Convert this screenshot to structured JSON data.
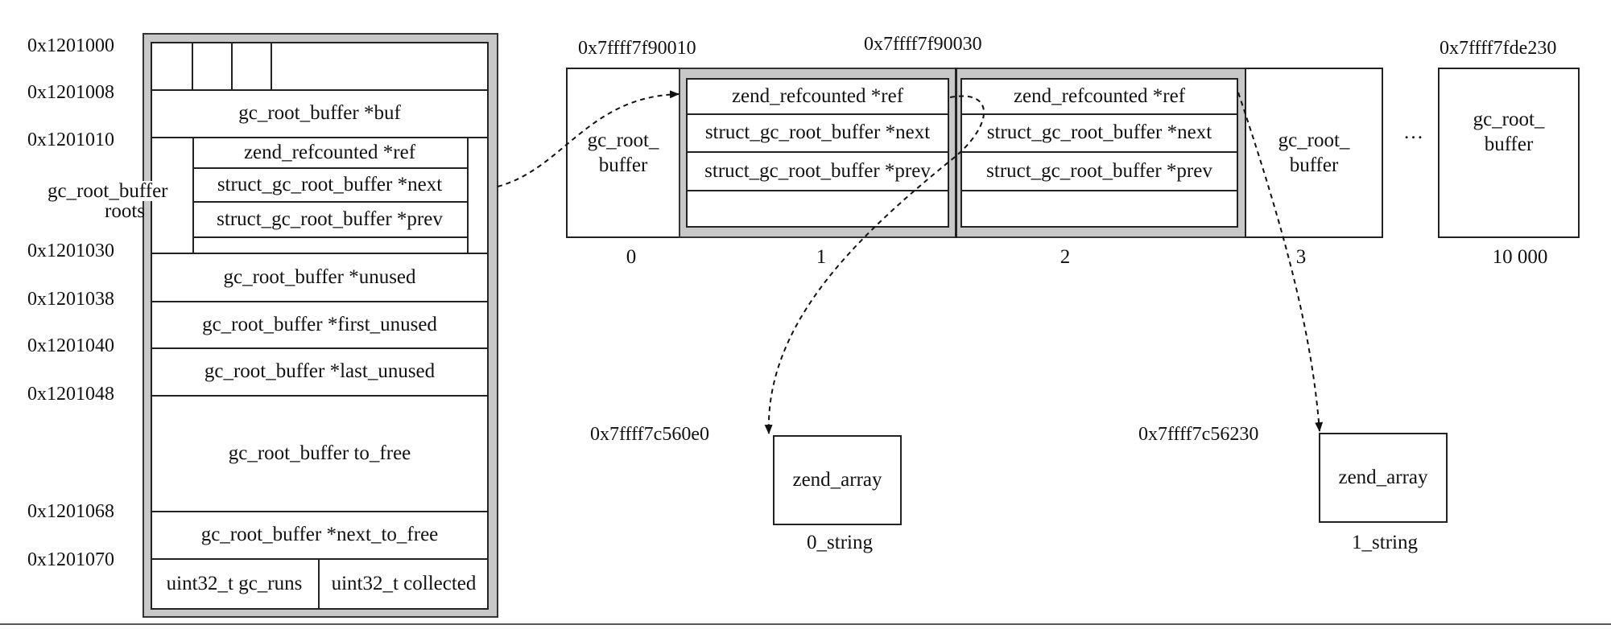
{
  "left_struct": {
    "addresses": [
      "0x1201000",
      "0x1201008",
      "0x1201010",
      "0x1201030",
      "0x1201038",
      "0x1201040",
      "0x1201048",
      "0x1201068",
      "0x1201070"
    ],
    "roots_label_line1": "gc_root_buffer",
    "roots_label_line2": "roots",
    "buf": "gc_root_buffer   *buf",
    "roots_ref": "zend_refcounted *ref",
    "roots_next": "struct_gc_root_buffer *next",
    "roots_prev": "struct_gc_root_buffer *prev",
    "unused": "gc_root_buffer   *unused",
    "first_unused": "gc_root_buffer   *first_unused",
    "last_unused": "gc_root_buffer   *last_unused",
    "to_free": "gc_root_buffer   to_free",
    "next_to_free": "gc_root_buffer   *next_to_free",
    "gc_runs": "uint32_t gc_runs",
    "collected": "uint32_t collected"
  },
  "buffer_array": {
    "addr_0": "0x7ffff7f90010",
    "addr_1": "0x7ffff7f90030",
    "addr_last": "0x7ffff7fde230",
    "cell_label_line1": "gc_root_",
    "cell_label_line2": "buffer",
    "ref": "zend_refcounted *ref",
    "next": "struct_gc_root_buffer *next",
    "prev": "struct_gc_root_buffer *prev",
    "ellipsis": "…",
    "indices": [
      "0",
      "1",
      "2",
      "3",
      "10 000"
    ]
  },
  "arrays": [
    {
      "addr": "0x7ffff7c560e0",
      "label": "zend_array",
      "caption": "0_string"
    },
    {
      "addr": "0x7ffff7c56230",
      "label": "zend_array",
      "caption": "1_string"
    }
  ]
}
